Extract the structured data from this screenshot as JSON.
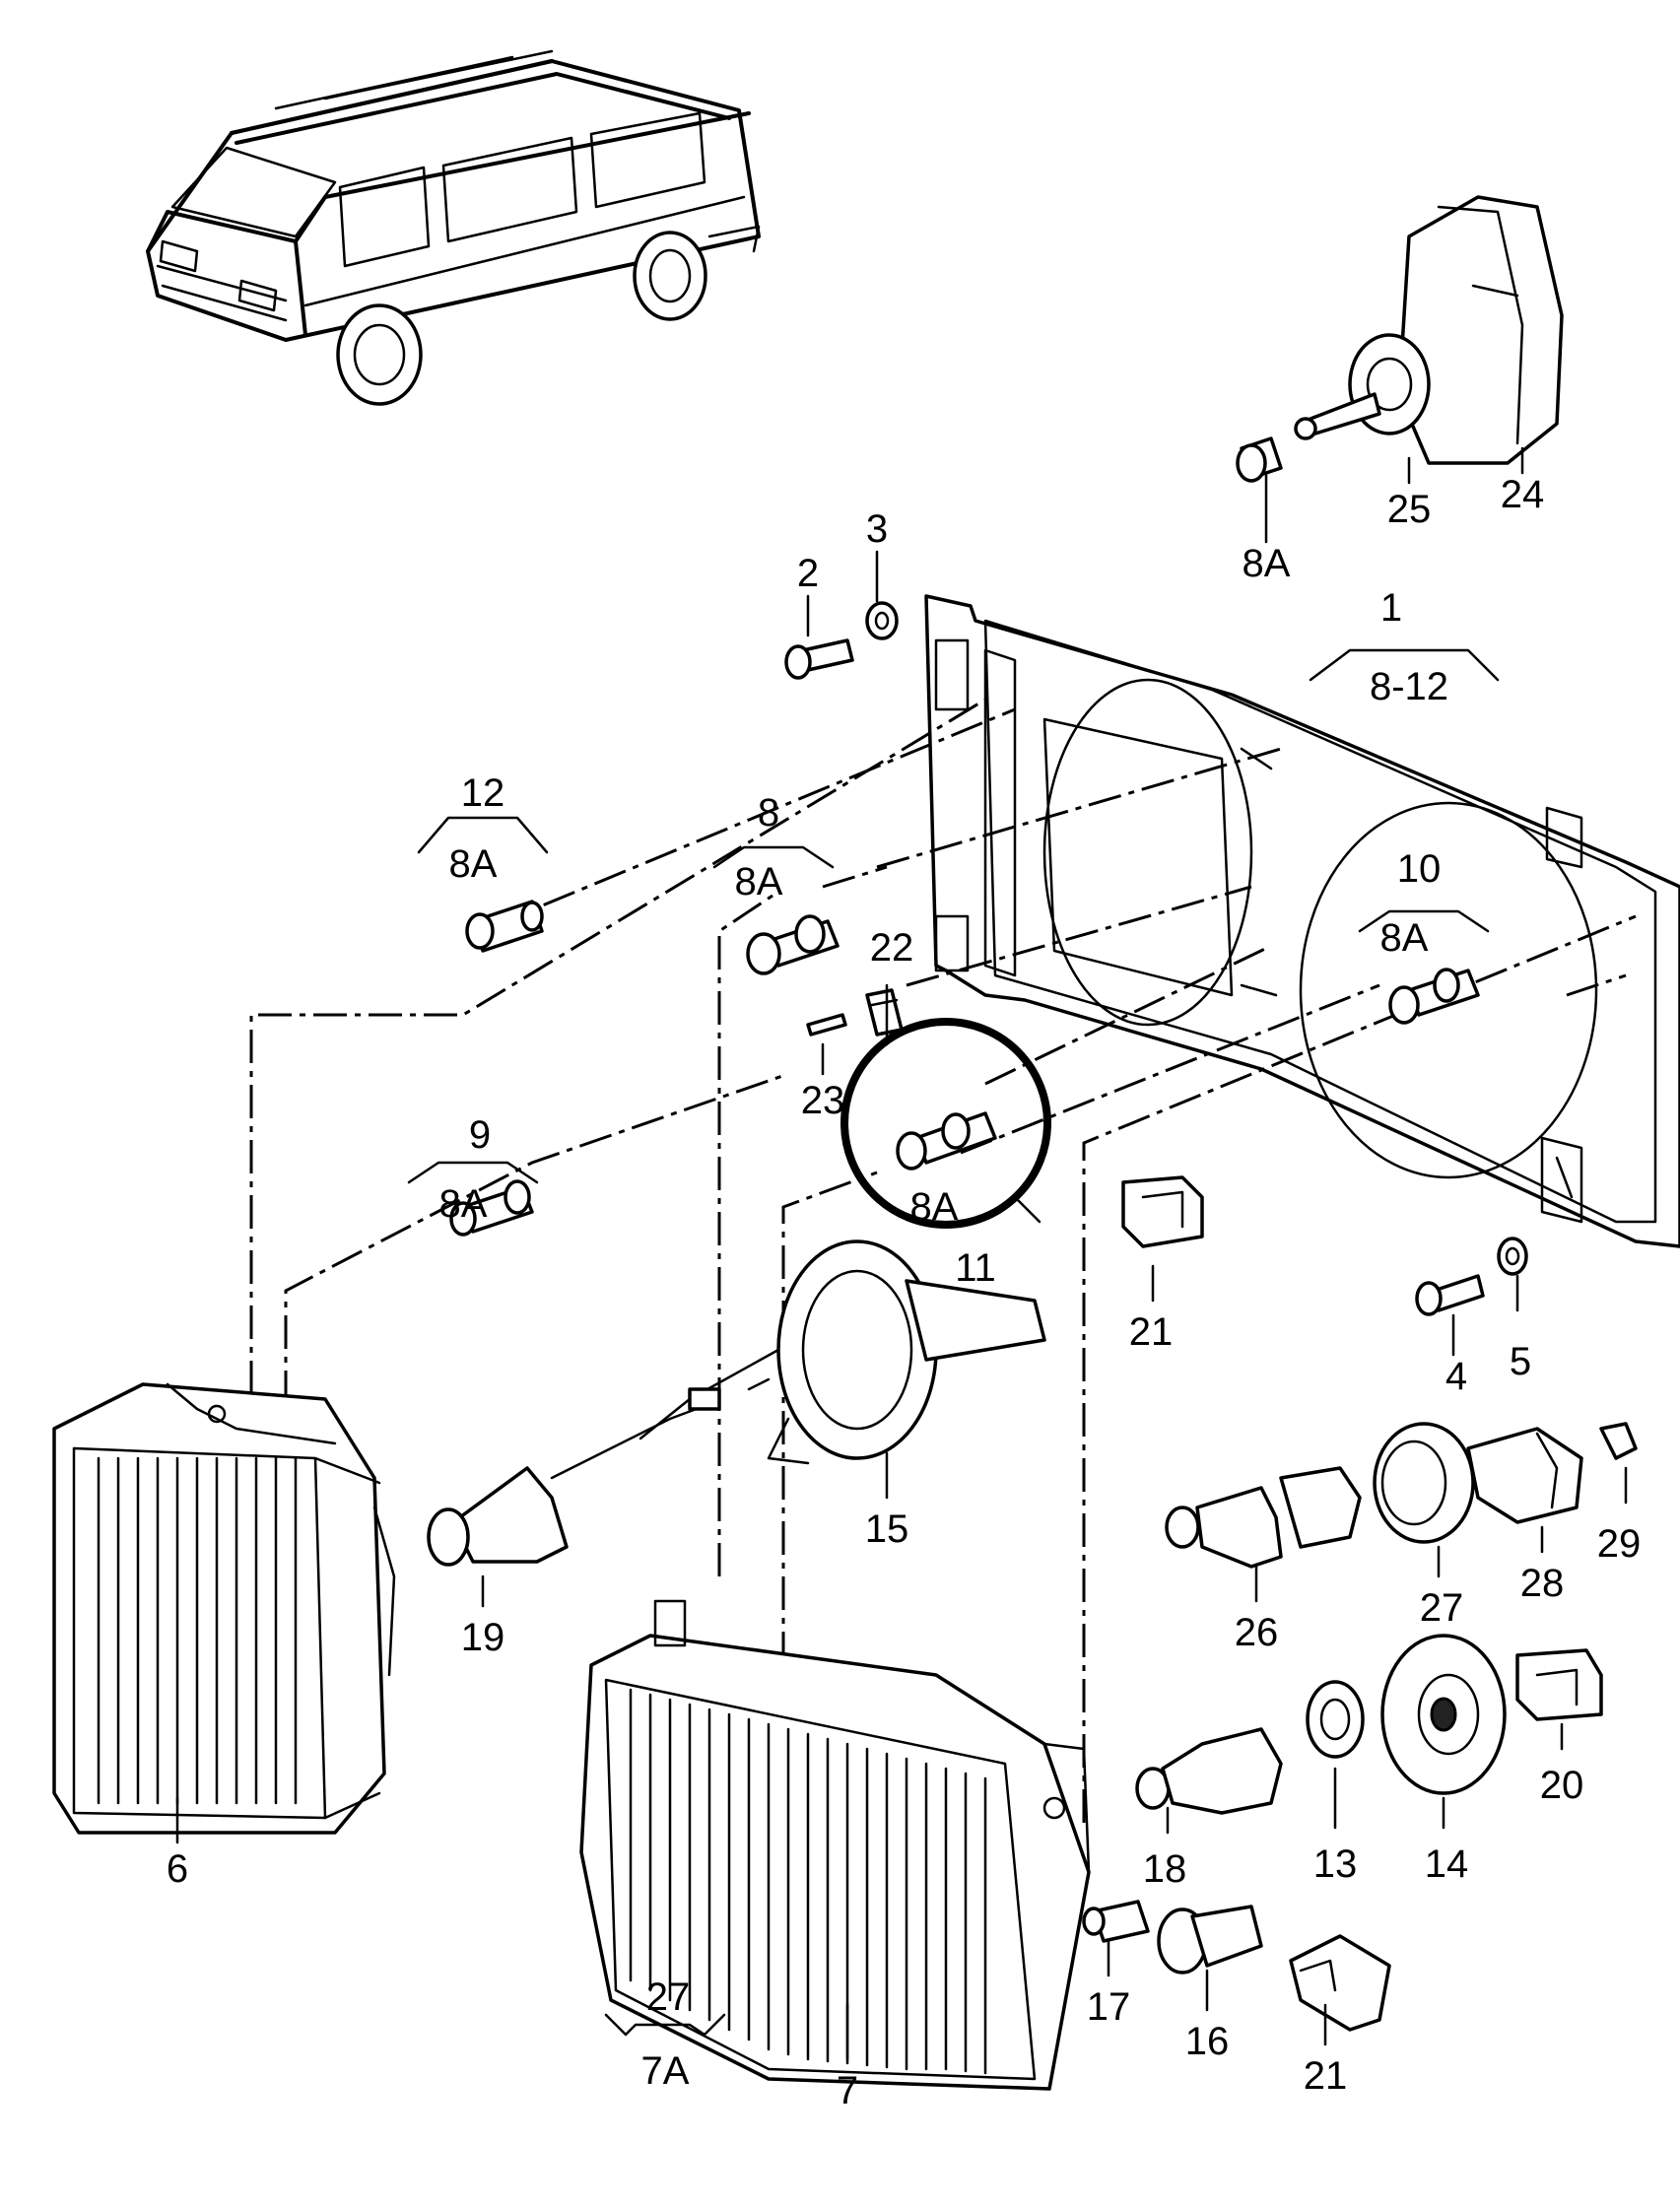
{
  "labels": {
    "l1": "1",
    "l8_12": "8-12",
    "l2": "2",
    "l3": "3",
    "l24": "24",
    "l25": "25",
    "l8a_25": "8A",
    "l12": "12",
    "l8a_12": "8A",
    "l8": "8",
    "l8a_8": "8A",
    "l10": "10",
    "l8a_10": "8A",
    "l22": "22",
    "l23": "23",
    "l9": "9",
    "l8a_9": "8A",
    "l8a_11": "8A",
    "l11": "11",
    "l21a": "21",
    "l4": "4",
    "l5": "5",
    "l15": "15",
    "l19": "19",
    "l6": "6",
    "l26": "26",
    "l27": "27",
    "l28": "28",
    "l29": "29",
    "l20": "20",
    "l13": "13",
    "l14": "14",
    "l18": "18",
    "l17": "17",
    "l16": "16",
    "l21b": "21",
    "l27b": "27",
    "l7a": "7A",
    "l7": "7"
  },
  "highlight_icon": "circle-highlight",
  "colors": {
    "ink": "#000000",
    "paper": "#ffffff"
  }
}
